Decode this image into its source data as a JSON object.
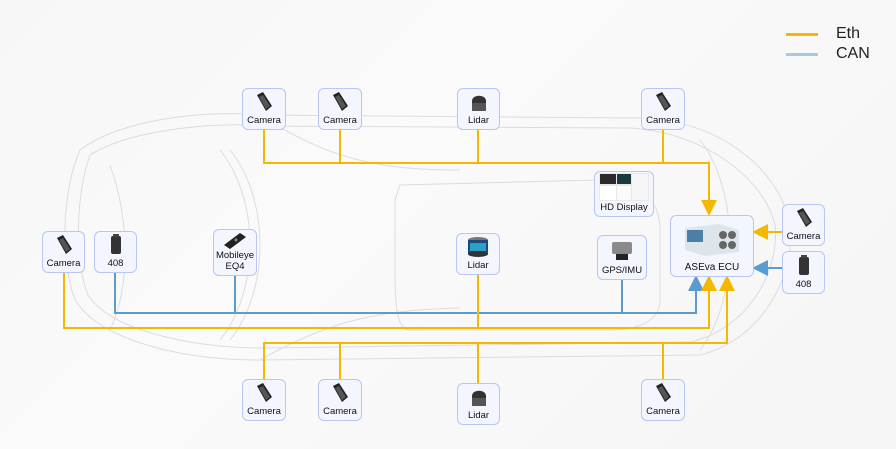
{
  "legend": {
    "items": [
      {
        "label": "Eth",
        "color": "#f5b800"
      },
      {
        "label": "CAN",
        "color": "#a8c8e8"
      }
    ]
  },
  "colors": {
    "eth": "#f5b800",
    "can": "#5b9bd0",
    "node_bg": "#f3f5ff",
    "node_border": "#b7c6f2"
  },
  "nodes": [
    {
      "id": "cam_top_1",
      "label": "Camera",
      "icon": "camera-icon"
    },
    {
      "id": "cam_top_2",
      "label": "Camera",
      "icon": "camera-icon"
    },
    {
      "id": "lidar_top",
      "label": "Lidar",
      "icon": "lidar-dome-icon"
    },
    {
      "id": "cam_top_3",
      "label": "Camera",
      "icon": "camera-icon"
    },
    {
      "id": "hd_display",
      "label": "HD Display",
      "icon": "display-icon"
    },
    {
      "id": "cam_left",
      "label": "Camera",
      "icon": "camera-icon"
    },
    {
      "id": "radar_left",
      "label": "408",
      "icon": "radar-icon"
    },
    {
      "id": "mobileye",
      "label": "Mobileye EQ4",
      "icon": "mobileye-icon"
    },
    {
      "id": "lidar_center",
      "label": "Lidar",
      "icon": "lidar-spinning-icon"
    },
    {
      "id": "gps_imu",
      "label": "GPS/IMU",
      "icon": "gps-imu-icon"
    },
    {
      "id": "aseva_ecu",
      "label": "ASEva ECU",
      "icon": "ecu-icon"
    },
    {
      "id": "cam_right",
      "label": "Camera",
      "icon": "camera-icon"
    },
    {
      "id": "radar_right",
      "label": "408",
      "icon": "radar-icon"
    },
    {
      "id": "cam_bot_1",
      "label": "Camera",
      "icon": "camera-icon"
    },
    {
      "id": "cam_bot_2",
      "label": "Camera",
      "icon": "camera-icon"
    },
    {
      "id": "lidar_bot",
      "label": "Lidar",
      "icon": "lidar-dome-icon"
    },
    {
      "id": "cam_bot_3",
      "label": "Camera",
      "icon": "camera-icon"
    }
  ],
  "connections": [
    {
      "type": "eth",
      "from": [
        "cam_top_1",
        "cam_top_2",
        "lidar_top",
        "cam_top_3"
      ],
      "to": "aseva_ecu"
    },
    {
      "type": "eth",
      "from": [
        "cam_right"
      ],
      "to": "aseva_ecu"
    },
    {
      "type": "can",
      "from": [
        "radar_right"
      ],
      "to": "aseva_ecu"
    },
    {
      "type": "can",
      "from": [
        "radar_left",
        "mobileye",
        "gps_imu"
      ],
      "to": "aseva_ecu"
    },
    {
      "type": "eth",
      "from": [
        "cam_left",
        "lidar_center"
      ],
      "to": "aseva_ecu"
    },
    {
      "type": "eth",
      "from": [
        "cam_bot_1",
        "cam_bot_2",
        "lidar_bot",
        "cam_bot_3"
      ],
      "to": "aseva_ecu"
    }
  ]
}
